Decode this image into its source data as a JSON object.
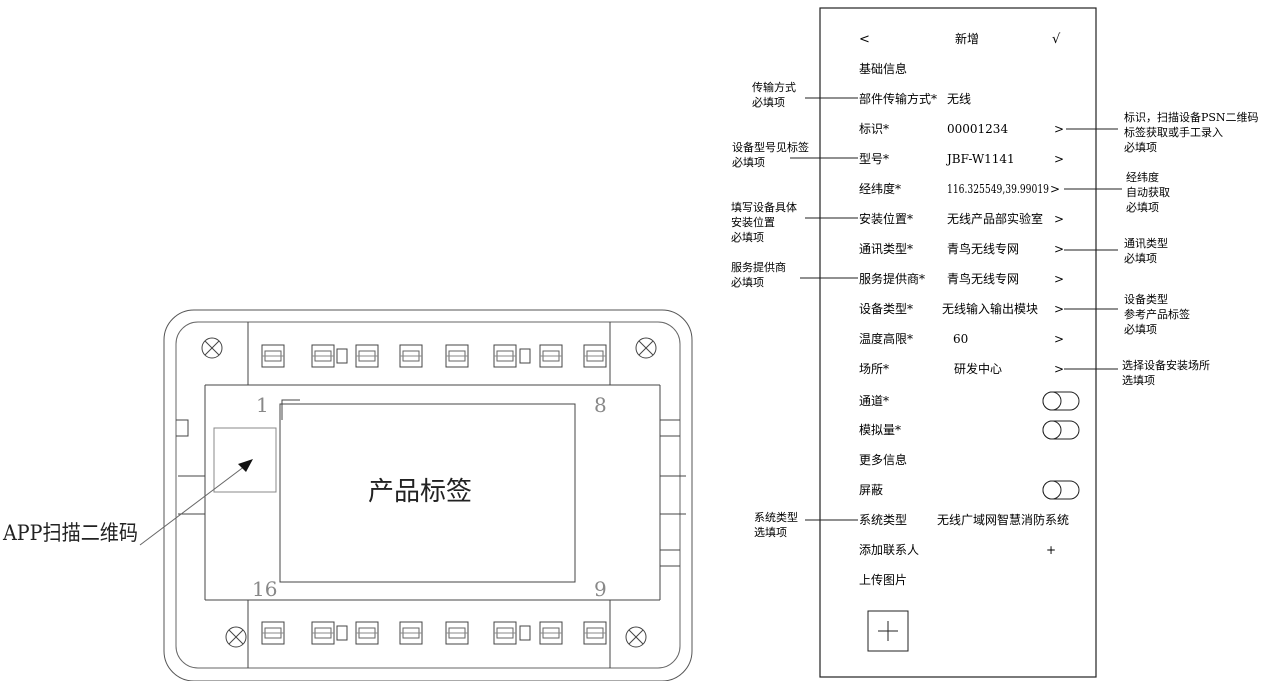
{
  "device": {
    "terminal_first": "1",
    "terminal_top_right": "8",
    "terminal_bottom_left": "16",
    "terminal_last": "9",
    "product_label": "产品标签",
    "scan_label": "APP扫描二维码"
  },
  "phone": {
    "back_symbol": "<",
    "title": "新增",
    "confirm_symbol": "√",
    "section_basic": "基础信息",
    "fields": [
      {
        "label": "部件传输方式*",
        "value": "无线",
        "arrow": ""
      },
      {
        "label": "标识*",
        "value": "00001234",
        "arrow": ">"
      },
      {
        "label": "型号*",
        "value": "JBF-W1141",
        "arrow": ">"
      },
      {
        "label": "经纬度*",
        "value": "116.325549,39.99019",
        "arrow": ">"
      },
      {
        "label": "安装位置*",
        "value": "无线产品部实验室",
        "arrow": ">"
      },
      {
        "label": "通讯类型*",
        "value": "青鸟无线专网",
        "arrow": ">"
      },
      {
        "label": "服务提供商*",
        "value": "青鸟无线专网",
        "arrow": ">"
      },
      {
        "label": "设备类型*",
        "value": "无线输入输出模块",
        "arrow": ">"
      },
      {
        "label": "温度高限*",
        "value": "60",
        "arrow": ">"
      },
      {
        "label": "场所*",
        "value": "研发中心",
        "arrow": ">"
      }
    ],
    "toggles": [
      {
        "label": "通道*"
      },
      {
        "label": "模拟量*"
      }
    ],
    "section_more": "更多信息",
    "shield_label": "屏蔽",
    "system_type_label": "系统类型",
    "system_type_value": "无线广域网智慧消防系统",
    "add_contact_label": "添加联系人",
    "add_contact_symbol": "+",
    "upload_label": "上传图片"
  },
  "annotations": {
    "left": [
      [
        "传输方式",
        "必填项"
      ],
      [
        "设备型号见标签",
        "必填项"
      ],
      [
        "填写设备具体",
        "安装位置",
        "必填项"
      ],
      [
        "服务提供商",
        "必填项"
      ],
      [
        "系统类型",
        "选填项"
      ]
    ],
    "right": [
      [
        "标识，扫描设备PSN二维码",
        "标签获取或手工录入",
        "必填项"
      ],
      [
        "经纬度",
        "自动获取",
        "必填项"
      ],
      [
        "通讯类型",
        "必填项"
      ],
      [
        "设备类型",
        "参考产品标签",
        "必填项"
      ],
      [
        "选择设备安装场所",
        "选填项"
      ]
    ]
  }
}
